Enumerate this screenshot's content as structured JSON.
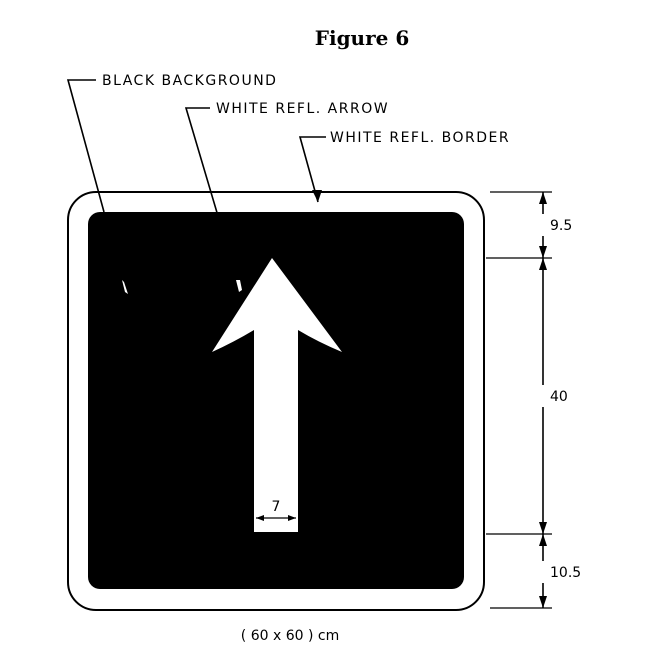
{
  "figure": {
    "title": "Figure 6",
    "labels": {
      "background": "BLACK BACKGROUND",
      "arrow": "WHITE REFL. ARROW",
      "border": "WHITE REFL. BORDER"
    },
    "dimensions": {
      "top": "9.5",
      "middle": "40",
      "bottom": "10.5",
      "stem_width": "7",
      "overall": "( 60 x 60 ) cm"
    },
    "colors": {
      "background": "#000000",
      "arrow": "#ffffff",
      "border": "#ffffff"
    }
  }
}
